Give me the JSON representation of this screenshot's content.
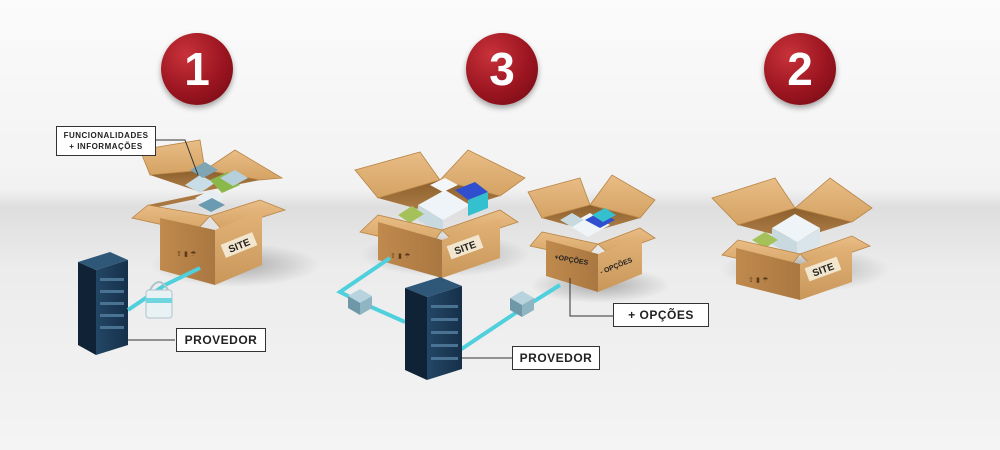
{
  "steps": {
    "step1": {
      "number": "1"
    },
    "step3": {
      "number": "3"
    },
    "step2": {
      "number": "2"
    }
  },
  "labels": {
    "features_line1": "FUNCIONALIDADES",
    "features_line2": "+ INFORMAÇÕES",
    "provider": "PROVEDOR",
    "options": "+ OPÇÕES",
    "box_site": "SITE",
    "box_options_a": "+OPÇÕES",
    "box_options_b": "- OPÇÕES"
  },
  "colors": {
    "badge_red": "#9b1520",
    "box_cardboard": "#d9a867",
    "server_navy": "#1d3a55",
    "cable_cyan": "#4fd0dc"
  }
}
